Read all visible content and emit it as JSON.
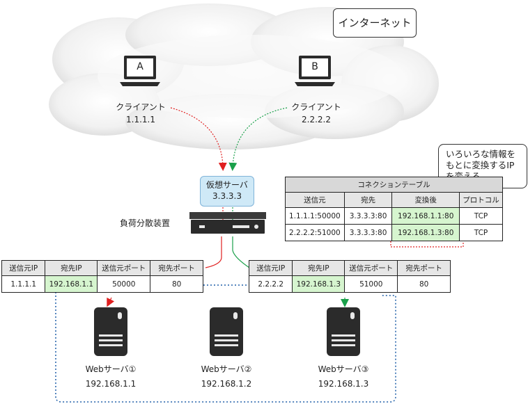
{
  "internet_label": "インターネット",
  "clients": [
    {
      "letter": "A",
      "label": "クライアント",
      "ip": "1.1.1.1"
    },
    {
      "letter": "B",
      "label": "クライアント",
      "ip": "2.2.2.2"
    }
  ],
  "virtual_server": {
    "label": "仮想サーバ",
    "ip": "3.3.3.3"
  },
  "lb_label": "負荷分散装置",
  "callout": {
    "line1": "いろいろな情報を",
    "line2": "もとに変換するIP",
    "line3": "を変える"
  },
  "connection_table": {
    "title": "コネクションテーブル",
    "headers": [
      "送信元",
      "宛先",
      "変換後",
      "プロトコル"
    ],
    "rows": [
      [
        "1.1.1.1:50000",
        "3.3.3.3:80",
        "192.168.1.1:80",
        "TCP"
      ],
      [
        "2.2.2.2:51000",
        "3.3.3.3:80",
        "192.168.1.3:80",
        "TCP"
      ]
    ]
  },
  "packet_left": {
    "headers": [
      "送信元IP",
      "宛先IP",
      "送信元ポート",
      "宛先ポート"
    ],
    "row": [
      "1.1.1.1",
      "192.168.1.1",
      "50000",
      "80"
    ]
  },
  "packet_right": {
    "headers": [
      "送信元IP",
      "宛先IP",
      "送信元ポート",
      "宛先ポート"
    ],
    "row": [
      "2.2.2.2",
      "192.168.1.3",
      "51000",
      "80"
    ]
  },
  "servers": [
    {
      "label": "Webサーバ①",
      "ip": "192.168.1.1"
    },
    {
      "label": "Webサーバ②",
      "ip": "192.168.1.2"
    },
    {
      "label": "Webサーバ③",
      "ip": "192.168.1.3"
    }
  ],
  "colors": {
    "red": "#e02020",
    "green": "#1aa04a",
    "blue": "#1f5fa8",
    "highlight": "#d6f5cf",
    "vs_fill": "#cfe9f7"
  }
}
